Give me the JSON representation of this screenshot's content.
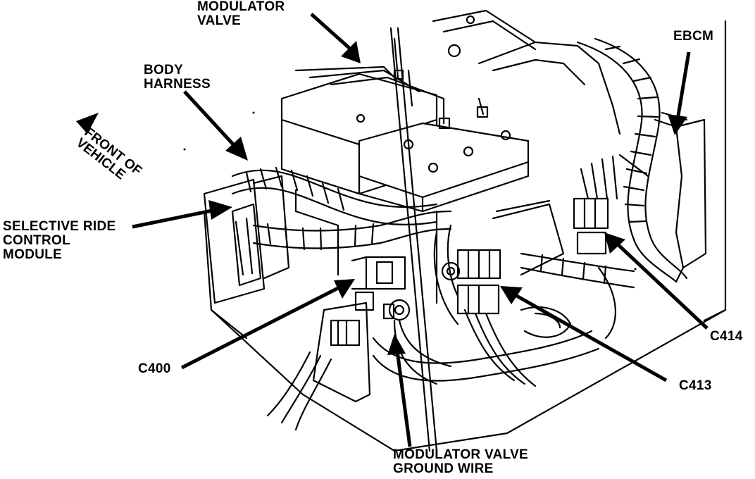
{
  "labels": {
    "modulator_valve": [
      "MODULATOR",
      "VALVE"
    ],
    "body_harness": [
      "BODY",
      "HARNESS"
    ],
    "front_of_vehicle": [
      "FRONT OF",
      "VEHICLE"
    ],
    "selective_ride_control_module": [
      "SELECTIVE RIDE",
      "CONTROL",
      "MODULE"
    ],
    "ebcm": "EBCM",
    "c400": "C400",
    "c413": "C413",
    "c414": "C414",
    "modulator_valve_ground_wire": [
      "MODULATOR VALVE",
      "GROUND WIRE"
    ]
  },
  "colors": {
    "ink": "#000000",
    "paper": "#ffffff"
  }
}
